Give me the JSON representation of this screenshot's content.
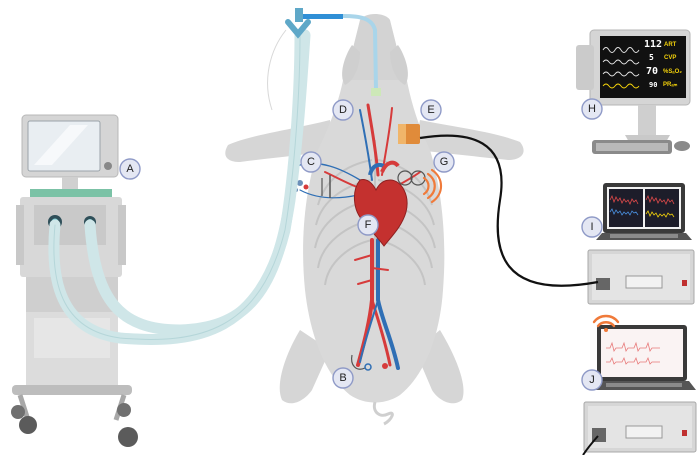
{
  "labels": {
    "a": "A",
    "b": "B",
    "c": "C",
    "d": "D",
    "e": "E",
    "f": "F",
    "g": "G",
    "h": "H",
    "i": "I",
    "j": "J"
  },
  "monitor": {
    "art_value": "112",
    "art_label": "ART",
    "cvp_value": "5",
    "cvp_label": "CVP",
    "spo2_value": "70",
    "spo2_label": "%SₐO₂",
    "pr_value": "90",
    "pr_label": "PRₐₘ"
  },
  "colors": {
    "tube": "#cfe6e8",
    "pig": "#d9d9d9",
    "artery": "#d63b3b",
    "vein": "#2f6fb5",
    "label_fill": "#e4e7f3",
    "label_stroke": "#8f9ac7",
    "signal": "#f07a3a"
  }
}
